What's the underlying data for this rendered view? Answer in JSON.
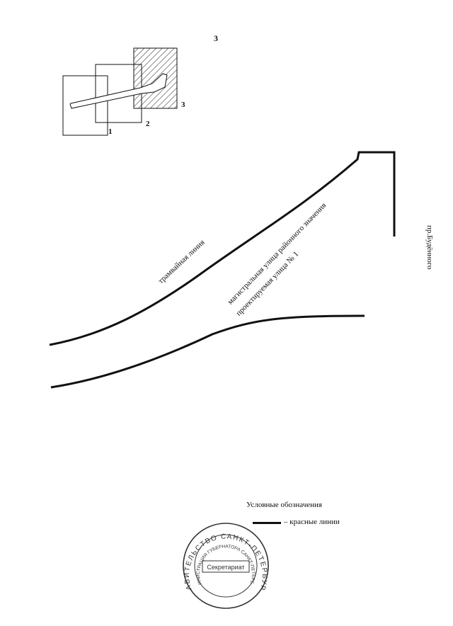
{
  "page_number": "3",
  "inset": {
    "labels": [
      "1",
      "2",
      "3"
    ]
  },
  "plan": {
    "tram_label": "трамвайная линия",
    "street_line1": "магистральная улица районного значения",
    "street_line2": "проектируемая улица № 1",
    "side_label": "пр.Будённого"
  },
  "legend": {
    "title": "Условные обозначения",
    "red_lines_label": "– красные линии"
  },
  "stamp": {
    "outer_text": "ПРАВИТЕЛЬСТВО САНКТ-ПЕТЕРБУРГА",
    "inner_text": "АДМИНИСТРАЦИЯ ГУБЕРНАТОРА САНКТ-ПЕТЕРБУРГА",
    "center_text": "Секретариат",
    "color": "#333333"
  }
}
